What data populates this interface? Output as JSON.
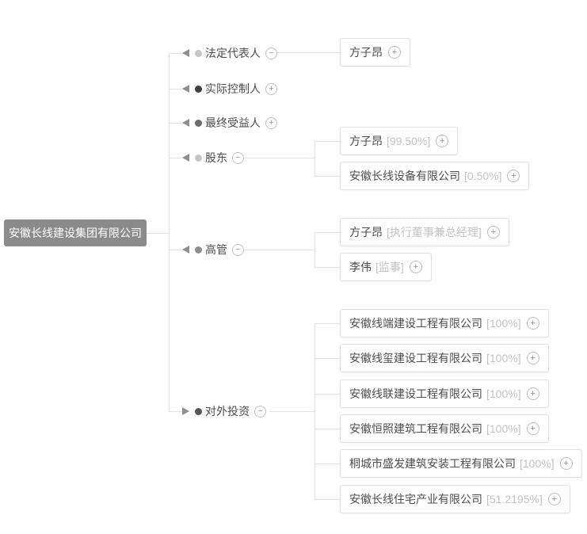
{
  "root": {
    "name": "安徽长线建设集团有限公司",
    "bg_color": "#8b8b8b"
  },
  "icons": {
    "plus": "+",
    "minus": "−"
  },
  "colors": {
    "line": "#e2e2e2",
    "tag_text": "#c3c3c3",
    "box_border": "#e0e0e0"
  },
  "branches": [
    {
      "label": "法定代表人",
      "toggle_symbol": "−",
      "state": "expanded",
      "dot_color": "#c6c6c6",
      "arrow": "left",
      "children": [
        {
          "name": "方子昂",
          "tag": ""
        }
      ]
    },
    {
      "label": "实际控制人",
      "toggle_symbol": "+",
      "state": "collapsed",
      "dot_color": "#3f3f3f",
      "arrow": "left",
      "children": []
    },
    {
      "label": "最终受益人",
      "toggle_symbol": "+",
      "state": "collapsed",
      "dot_color": "#6b6b6b",
      "arrow": "left",
      "children": []
    },
    {
      "label": "股东",
      "toggle_symbol": "−",
      "state": "expanded",
      "dot_color": "#c6c6c6",
      "arrow": "left",
      "children": [
        {
          "name": "方子昂",
          "tag": "[99.50%]"
        },
        {
          "name": "安徽长线设备有限公司",
          "tag": "[0.50%]"
        }
      ]
    },
    {
      "label": "高管",
      "toggle_symbol": "−",
      "state": "expanded",
      "dot_color": "#8e8e8e",
      "arrow": "left",
      "children": [
        {
          "name": "方子昂",
          "tag": "[执行董事兼总经理]"
        },
        {
          "name": "李伟",
          "tag": "[监事]"
        }
      ]
    },
    {
      "label": "对外投资",
      "toggle_symbol": "−",
      "state": "expanded",
      "dot_color": "#555555",
      "arrow": "right",
      "children": [
        {
          "name": "安徽线端建设工程有限公司",
          "tag": "[100%]"
        },
        {
          "name": "安徽线玺建设工程有限公司",
          "tag": "[100%]"
        },
        {
          "name": "安徽线联建设工程有限公司",
          "tag": "[100%]"
        },
        {
          "name": "安徽恒照建筑工程有限公司",
          "tag": "[100%]"
        },
        {
          "name": "桐城市盛发建筑安装工程有限公司",
          "tag": "[100%]"
        },
        {
          "name": "安徽长线住宅产业有限公司",
          "tag": "[51.2195%]"
        }
      ]
    }
  ]
}
